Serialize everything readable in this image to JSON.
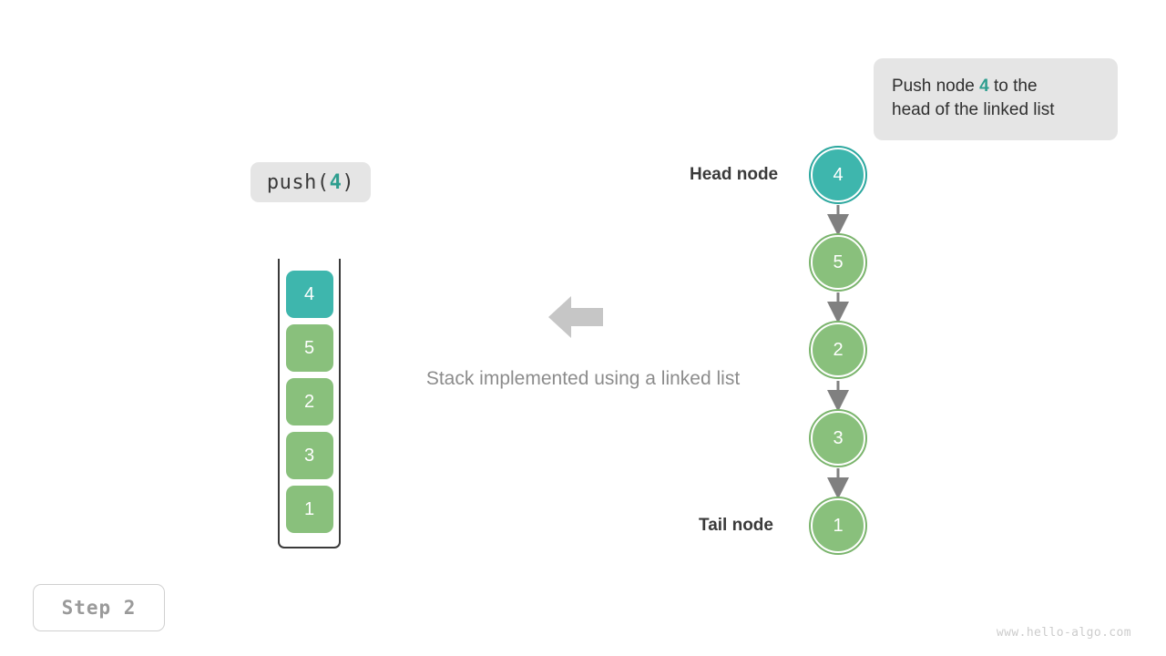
{
  "callout": {
    "text_before": "Push node ",
    "highlight": "4",
    "text_after": " to the",
    "line2": "head of the linked list"
  },
  "operation": {
    "name": "push",
    "open_paren": "(",
    "arg": "4",
    "close_paren": ")"
  },
  "stack": {
    "label": "stack-container",
    "cells": [
      {
        "value": "4",
        "color": "teal",
        "hex": "#3eb6ad"
      },
      {
        "value": "5",
        "color": "green",
        "hex": "#89c07c"
      },
      {
        "value": "2",
        "color": "green",
        "hex": "#89c07c"
      },
      {
        "value": "3",
        "color": "green",
        "hex": "#89c07c"
      },
      {
        "value": "1",
        "color": "green",
        "hex": "#89c07c"
      }
    ]
  },
  "arrow": {
    "direction": "left",
    "color": "#c6c6c6"
  },
  "caption": {
    "text": "Stack implemented using a linked list"
  },
  "linked_list": {
    "head_label": "Head node",
    "tail_label": "Tail node",
    "nodes": [
      {
        "value": "4",
        "color": "teal",
        "hex": "#3eb6ad",
        "ring": "#2ba79e"
      },
      {
        "value": "5",
        "color": "green",
        "hex": "#89c07c",
        "ring": "#7ab46c"
      },
      {
        "value": "2",
        "color": "green",
        "hex": "#89c07c",
        "ring": "#7ab46c"
      },
      {
        "value": "3",
        "color": "green",
        "hex": "#89c07c",
        "ring": "#7ab46c"
      },
      {
        "value": "1",
        "color": "green",
        "hex": "#89c07c",
        "ring": "#7ab46c"
      }
    ],
    "edge_color": "#808080"
  },
  "step_badge": {
    "text": "Step 2"
  },
  "watermark": {
    "text": "www.hello-algo.com"
  },
  "theme": {
    "accent_teal": "#3eb6ad",
    "accent_green": "#89c07c",
    "highlight_text": "#2e9e8f",
    "muted_text": "#8c8c8c",
    "box_bg": "#e5e5e5"
  }
}
